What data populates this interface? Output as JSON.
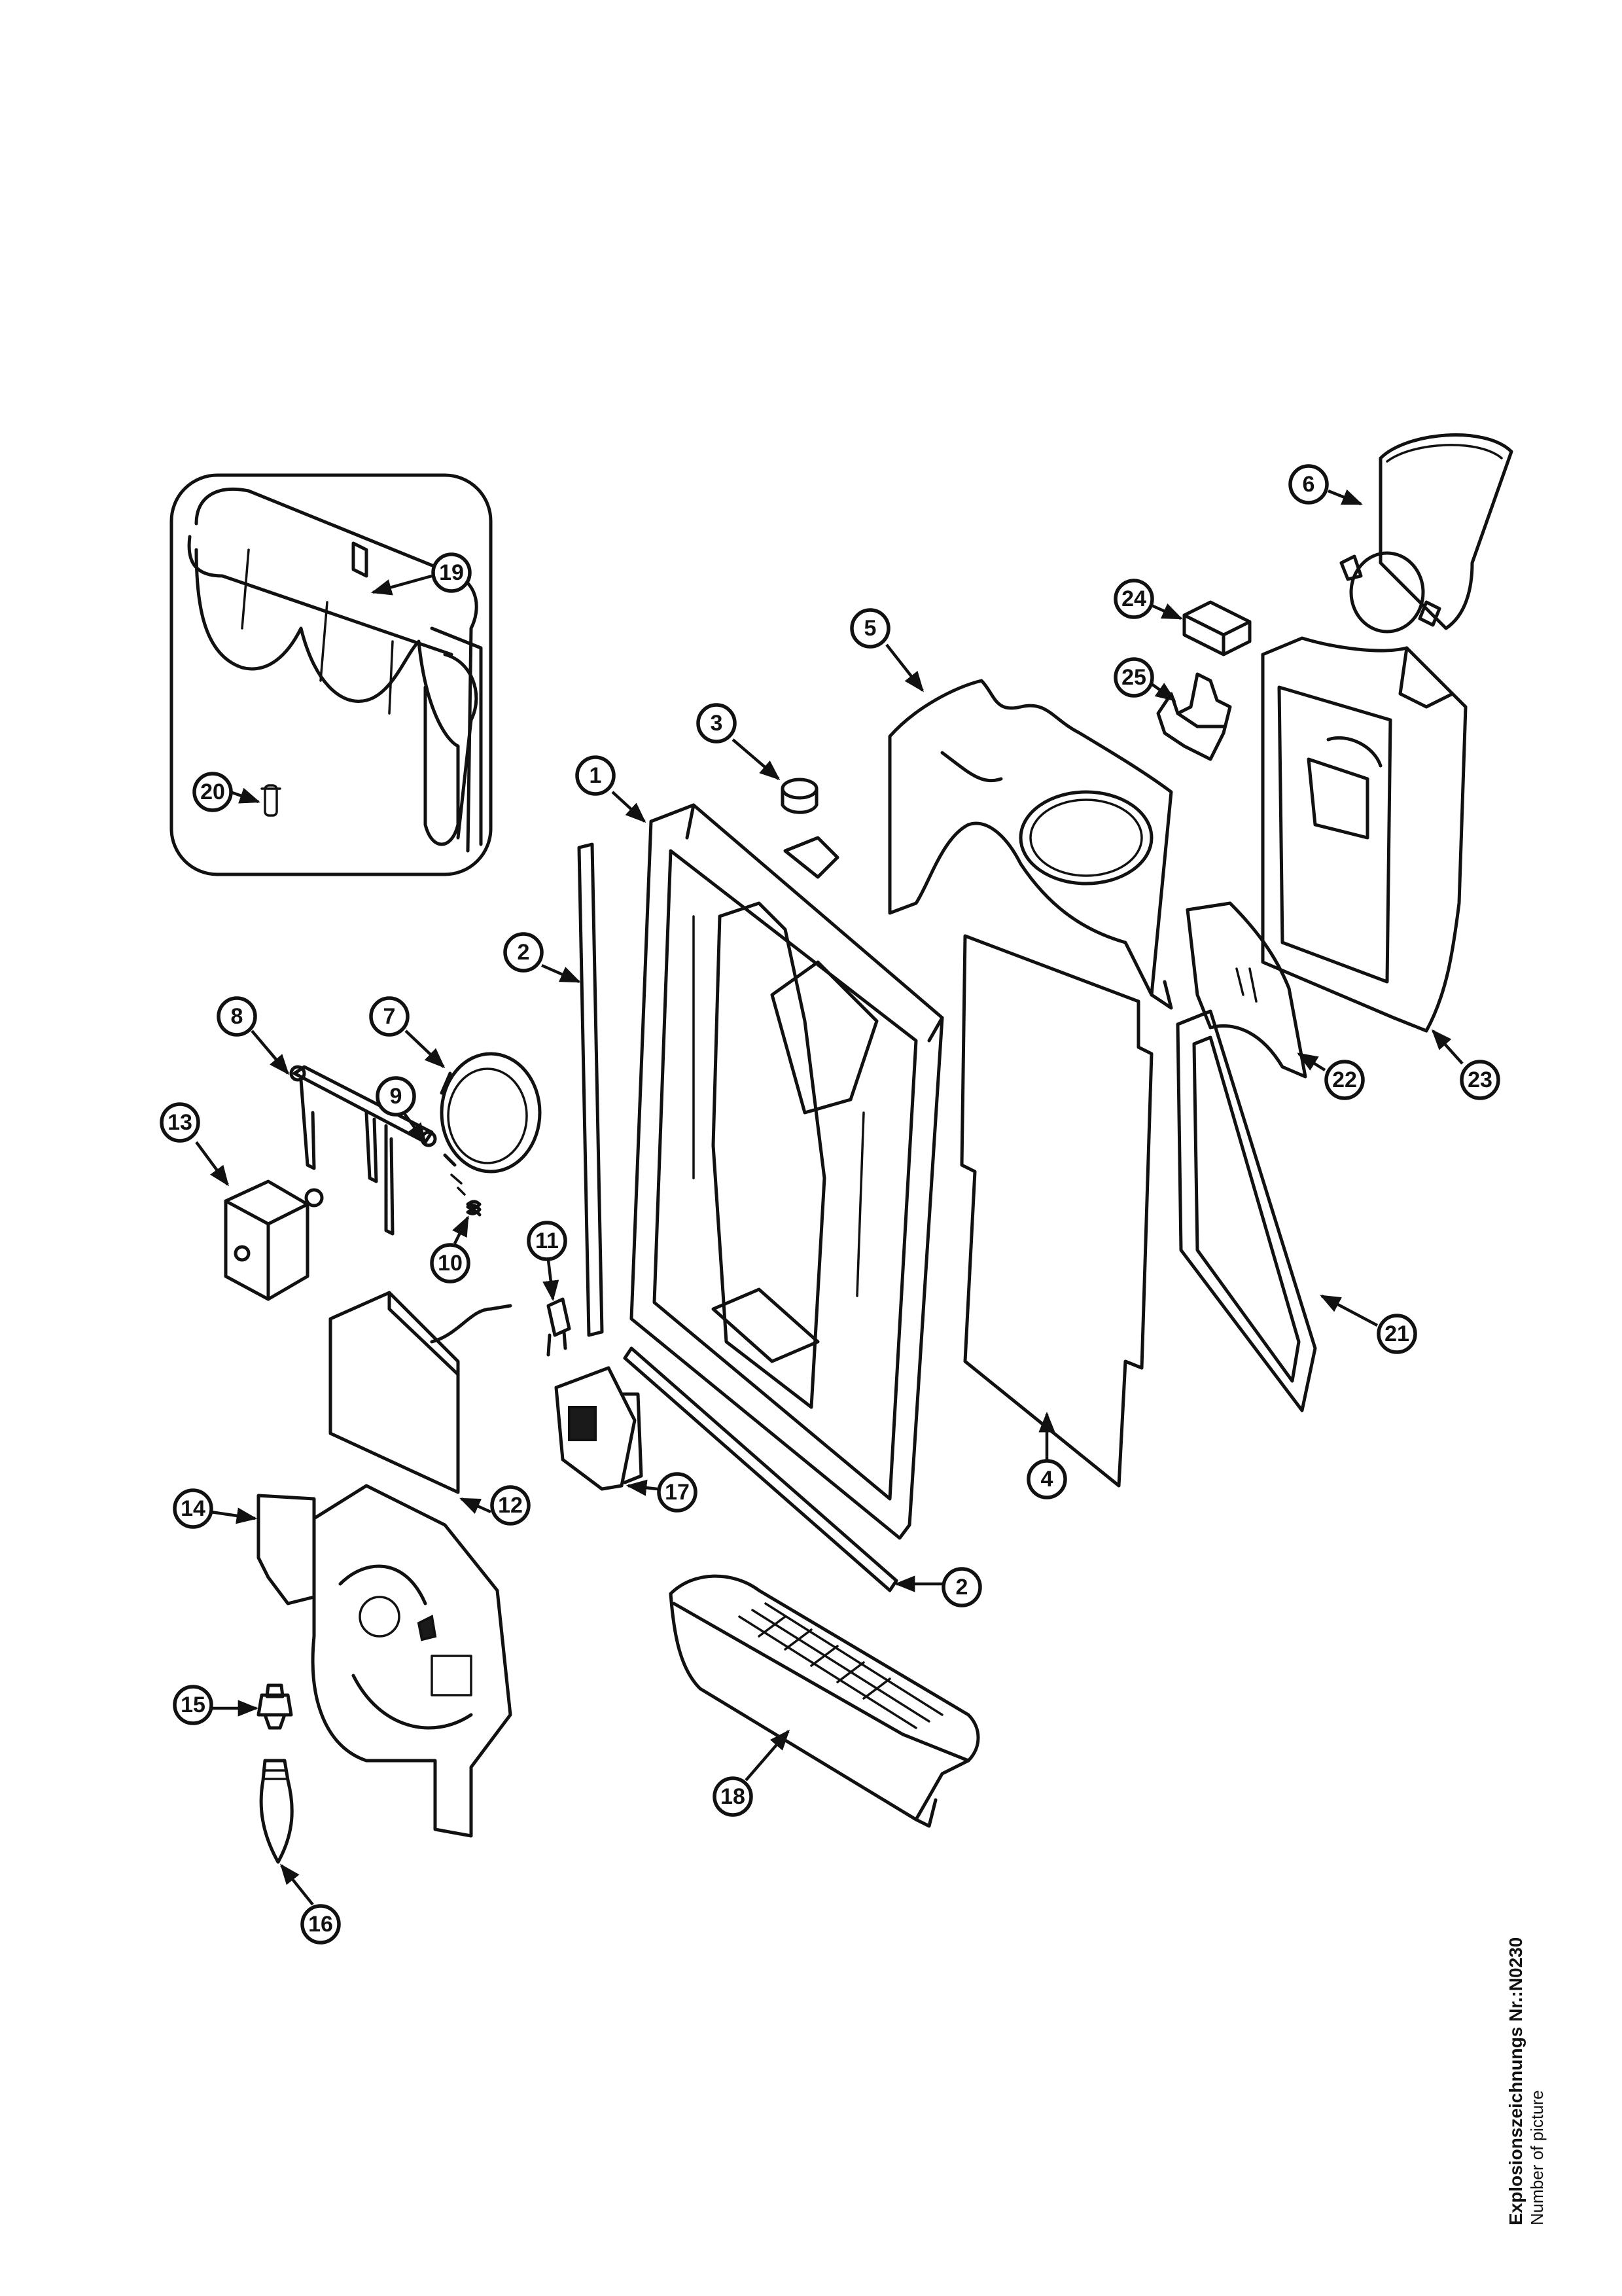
{
  "callouts": [
    "1",
    "2",
    "2",
    "3",
    "4",
    "5",
    "6",
    "7",
    "8",
    "9",
    "10",
    "11",
    "12",
    "13",
    "14",
    "15",
    "16",
    "17",
    "18",
    "19",
    "20",
    "21",
    "22",
    "23",
    "24",
    "25"
  ],
  "caption": {
    "title": "Explosionszeichnungs Nr.:N0230",
    "subtitle": "Number of picture"
  },
  "colors": {
    "ink": "#111111",
    "paper": "#ffffff"
  }
}
